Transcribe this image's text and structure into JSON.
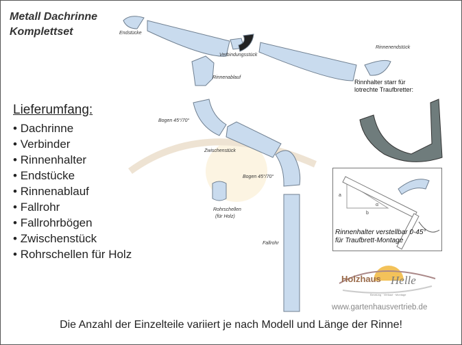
{
  "title": {
    "line1": "Metall Dachrinne",
    "line2": "Komplettset"
  },
  "part_labels": {
    "endstuecke": "Endstücke",
    "verbindungsstueck": "Verbindungsstück",
    "rinnenendstueck": "Rinnenendstück",
    "rinnenablauf": "Rinnenablauf",
    "bogen1": "Bogen 45°/70°",
    "zwischenstueck": "Zwischenstück",
    "bogen2": "Bogen 45°/70°",
    "rohrschellen": "Rohrschellen",
    "rohrschellen_sub": "(für Holz)",
    "fallrohr": "Fallrohr"
  },
  "holder_note": {
    "line1": "Rinnhalter starr für",
    "line2": "lotrechte Traufbretter:"
  },
  "adjustable_box": {
    "line1": "Rinnenhalter verstellbar 0-45°",
    "line2": "für Traufbrett-Montage",
    "label_a": "a",
    "label_b": "b",
    "label_alpha": "α"
  },
  "delivery": {
    "heading": "Lieferumfang:",
    "items": [
      "Dachrinne",
      "Verbinder",
      "Rinnenhalter",
      "Endstücke",
      "Rinnenablauf",
      "Fallrohr",
      "Fallrohrbögen",
      "Zwischenstück",
      "Rohrschellen für Holz"
    ]
  },
  "logo": {
    "brand1": "Holzhaus",
    "brand2": "Helle",
    "tagline": "Beratung · Verkauf · Montage"
  },
  "website": "www.gartenhausvertrieb.de",
  "footer": "Die Anzahl der Einzelteile variiert je nach Modell und Länge der Rinne!",
  "colors": {
    "metal": "#c9dbee",
    "stroke": "#6f7f90",
    "holder": "#5d6b6b",
    "sun": "#f3c25a"
  }
}
